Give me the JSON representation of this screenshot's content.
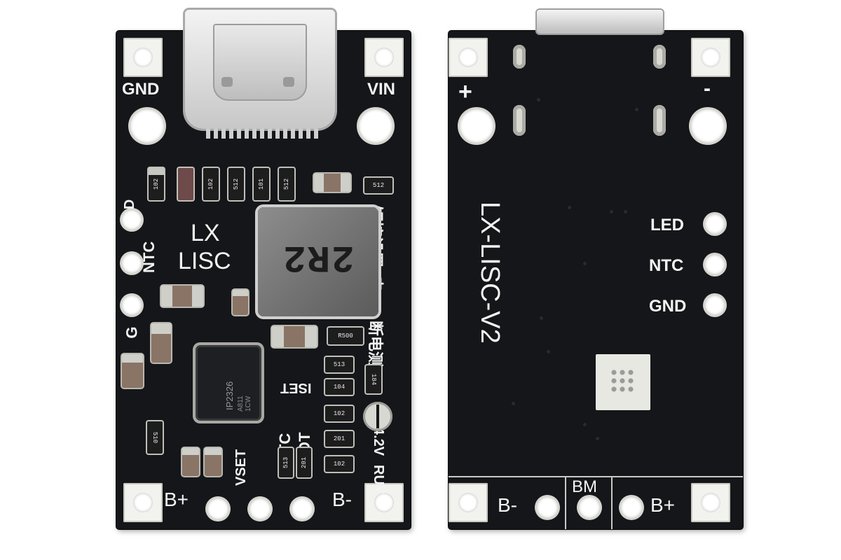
{
  "front_board": {
    "silk_labels": {
      "gnd": "GND",
      "vin": "VIN",
      "d": "D",
      "ntc": "NTC",
      "g": "G",
      "lx": "LX",
      "lisc": "LISC",
      "b_plus": "B+",
      "b_minus": "B-",
      "vset": "VSET",
      "ntc_bottom": "NTC",
      "rot": "ROT",
      "iset": "ISET",
      "chinese_note": "短接设置3串",
      "chinese_note_2": "断电测",
      "chinese_note_3": "4.2V",
      "chinese_note_4": "RUY"
    },
    "inductor_marking": "2R2",
    "chip_marking_1": "IP2326",
    "chip_marking_2": "A811 1CW",
    "resistor_codes": [
      "102",
      "102",
      "512",
      "101",
      "512",
      "512",
      "R500",
      "513",
      "104",
      "102",
      "201",
      "102",
      "184",
      "510",
      "513",
      "201"
    ]
  },
  "back_board": {
    "silk_labels": {
      "plus": "+",
      "minus": "-",
      "led": "LED",
      "ntc": "NTC",
      "gnd": "GND",
      "model": "LX-LISC-V2",
      "b_minus": "B-",
      "bm": "BM",
      "b_plus": "B+"
    }
  },
  "colors": {
    "pcb": "#151619",
    "silkscreen": "#f4f4f4",
    "pad": "#f2f2ee",
    "connector": "#d8d8d8"
  }
}
